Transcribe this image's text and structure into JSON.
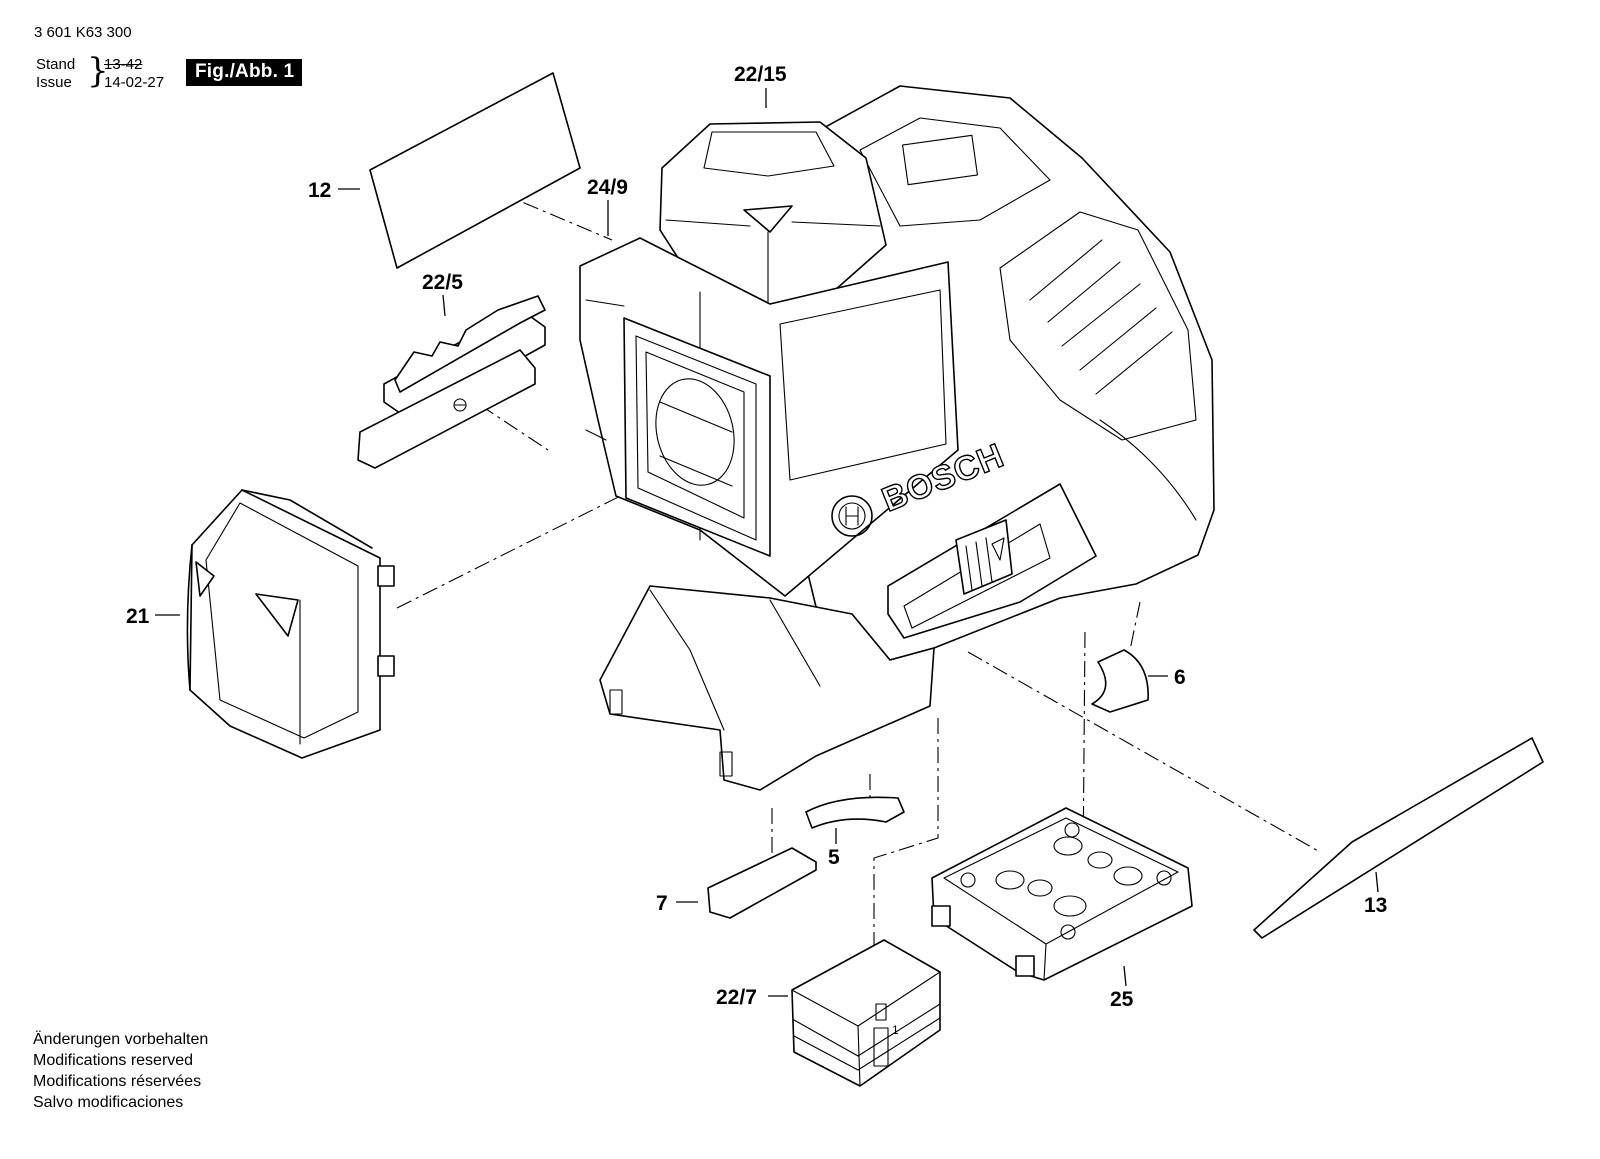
{
  "header": {
    "doc_number": "3 601 K63 300",
    "stand_label": "Stand",
    "issue_label": "Issue",
    "stand_value": "13-42",
    "issue_value": "14-02-27",
    "figure_label": "Fig./Abb. 1"
  },
  "brand": {
    "logo_text": "BOSCH"
  },
  "callouts": {
    "c22_15": "22/15",
    "c24_9": "24/9",
    "c12": "12",
    "c22_5": "22/5",
    "c21": "21",
    "c6": "6",
    "c13": "13",
    "c5": "5",
    "c7": "7",
    "c22_7": "22/7",
    "c25": "25"
  },
  "footer": {
    "notes": [
      "Änderungen vorbehalten",
      "Modifications reserved",
      "Modifications réservées",
      "Salvo modificaciones"
    ]
  },
  "colors": {
    "ink": "#000000",
    "paper": "#ffffff"
  }
}
